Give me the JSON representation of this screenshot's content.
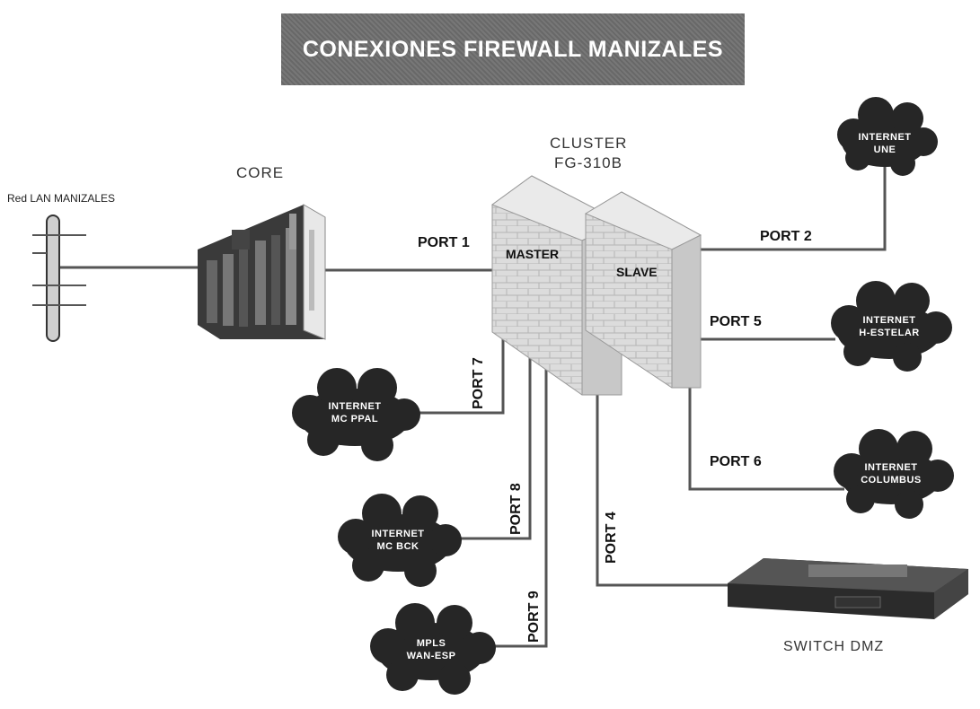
{
  "title": "CONEXIONES FIREWALL MANIZALES",
  "labels": {
    "red_lan": "Red LAN MANIZALES",
    "core": "CORE",
    "cluster_line1": "CLUSTER",
    "cluster_line2": "FG-310B",
    "master": "MASTER",
    "slave": "SLAVE",
    "switch_dmz": "SWITCH DMZ"
  },
  "ports": {
    "port1": "PORT 1",
    "port2": "PORT 2",
    "port4": "PORT 4",
    "port5": "PORT 5",
    "port6": "PORT 6",
    "port7": "PORT 7",
    "port8": "PORT 8",
    "port9": "PORT 9"
  },
  "clouds": {
    "une": {
      "line1": "INTERNET",
      "line2": "UNE"
    },
    "estelar": {
      "line1": "INTERNET",
      "line2": "H-ESTELAR"
    },
    "columbus": {
      "line1": "INTERNET",
      "line2": "COLUMBUS"
    },
    "mc_ppal": {
      "line1": "INTERNET",
      "line2": "MC PPAL"
    },
    "mc_bck": {
      "line1": "INTERNET",
      "line2": "MC BCK"
    },
    "mpls": {
      "line1": "MPLS",
      "line2": "WAN-ESP"
    }
  },
  "colors": {
    "banner": "#6f6f6f",
    "cloud": "#2a2a2a",
    "wire": "#555555",
    "firewall": "#d7d7d7"
  }
}
